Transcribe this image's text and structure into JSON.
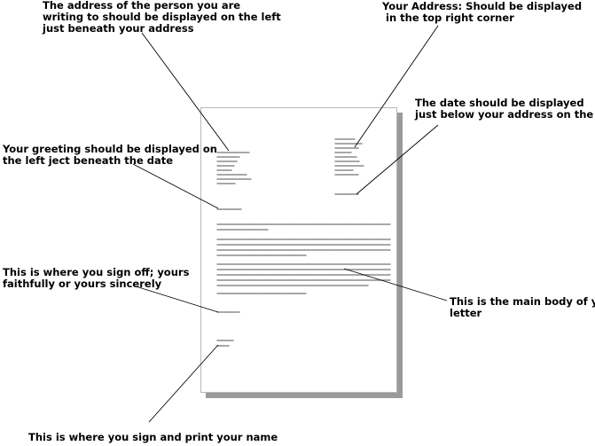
{
  "annotations": {
    "recipient_address": [
      "The address of the person you are",
      "writing to should be displayed on the left",
      "just beneath your address"
    ],
    "your_address": [
      "Your Address: Should be displayed",
      " in the top right corner"
    ],
    "date": [
      "The date should be displayed",
      "just below your address on the righ"
    ],
    "greeting": [
      "Your greeting should be displayed on",
      "the left ject beneath the date"
    ],
    "sign_off": [
      "This is where you sign off; yours",
      "faithfully or yours sincerely"
    ],
    "main_body": [
      "This is the main body of your",
      "letter"
    ],
    "signature": [
      "This is where you sign and print your name"
    ]
  }
}
